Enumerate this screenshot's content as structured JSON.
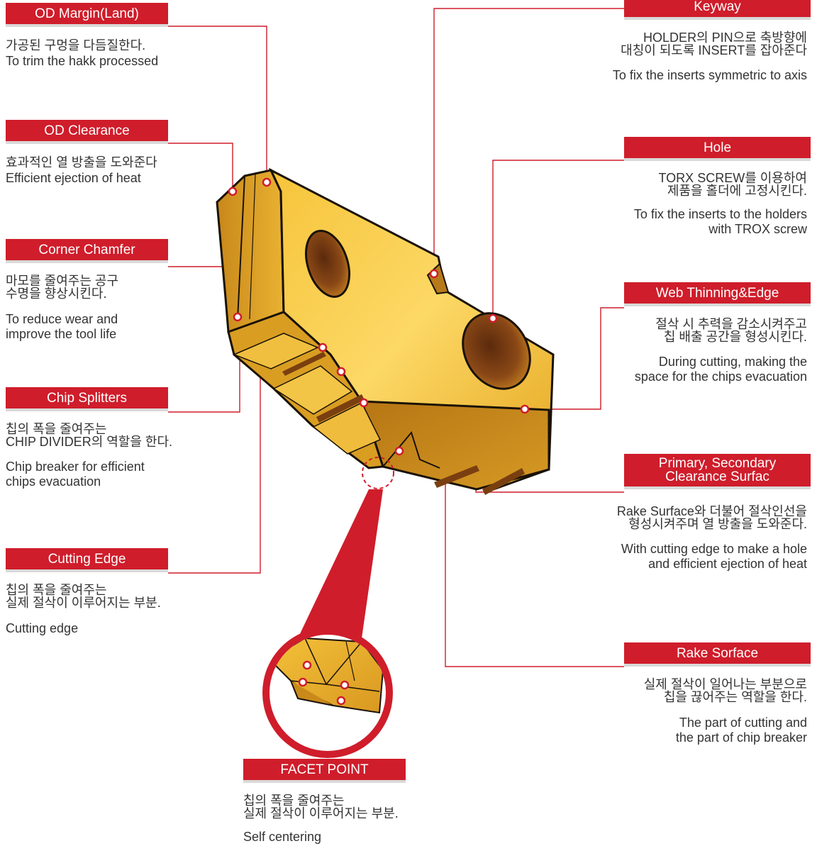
{
  "callouts": {
    "od_margin": {
      "title": "OD Margin(Land)",
      "ko": "가공된 구멍을 다듬질한다.",
      "en": "To trim the hakk processed"
    },
    "od_clearance": {
      "title": "OD Clearance",
      "ko": "효과적인  열 방출을 도와준다",
      "en": "Efficient ejection of heat"
    },
    "corner_chamfer": {
      "title": "Corner Chamfer",
      "ko": "마모를 줄여주는 공구\n수명을 향상시킨다.",
      "en": "To reduce wear and\nimprove the tool life"
    },
    "chip_splitters": {
      "title": "Chip Splitters",
      "ko": "칩의 폭을 줄여주는\nCHIP DIVIDER의 역할을 한다.",
      "en": "Chip breaker for efficient\nchips evacuation"
    },
    "cutting_edge": {
      "title": "Cutting Edge",
      "ko": "칩의 폭을 줄여주는\n실제 절삭이 이루어지는 부분.",
      "en": "Cutting edge"
    },
    "keyway": {
      "title": "Keyway",
      "ko": "HOLDER의 PIN으로 축방향에\n대칭이 되도록 INSERT를 잡아준다",
      "en": "To fix the inserts symmetric to axis"
    },
    "hole": {
      "title": "Hole",
      "ko": "TORX SCREW를 이용하여\n제품을 홀더에 고정시킨다.",
      "en": "To fix the inserts to the holders\nwith TROX screw"
    },
    "web_thinning": {
      "title": "Web Thinning&Edge",
      "ko": "절삭 시 추력을 감소시켜주고\n칩 배출 공간을 형성시킨다.",
      "en": "During cutting, making the\nspace for the chips evacuation"
    },
    "clearance_surface": {
      "title_line1": "Primary, Secondary",
      "title_line2": "Clearance Surfac",
      "ko": "Rake Surface와 더불어 절삭인선을\n형성시켜주며 열 방출을 도와준다.",
      "en": "With cutting edge to make a hole\nand efficient ejection of heat"
    },
    "rake_surface": {
      "title": "Rake Sorface",
      "ko": "실제 절삭이 일어나는 부분으로\n칩을 끊어주는 역할을 한다.",
      "en": "The part of cutting and\nthe part of chip breaker"
    },
    "facet_point": {
      "title": "FACET POINT",
      "ko": "칩의 폭을 줄여주는\n실제 절삭이 이루어지는 부분.",
      "en": "Self centering"
    }
  },
  "colors": {
    "label_red": "#cf1d2b",
    "leader_red": "#cf1d2b",
    "insert_gold": "#e9b62c"
  }
}
